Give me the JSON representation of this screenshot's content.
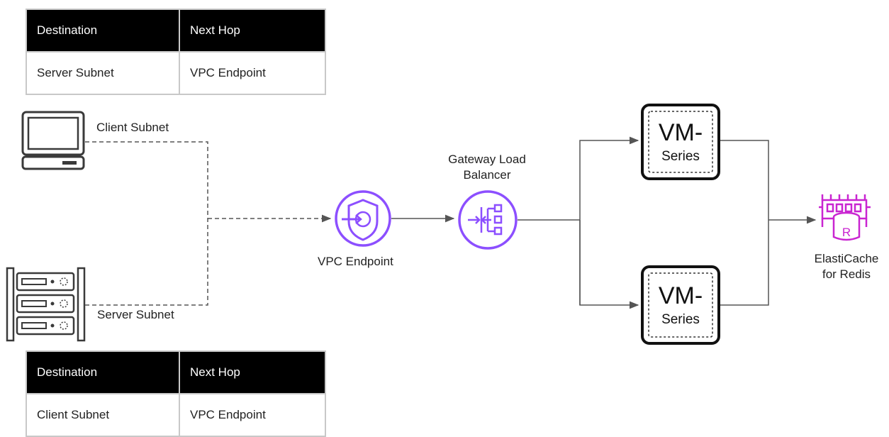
{
  "colors": {
    "accent_purple": "#8c4fff",
    "elasticache_magenta": "#c925d1",
    "line": "#555555"
  },
  "route_table_top": {
    "headers": [
      "Destination",
      "Next Hop"
    ],
    "row": [
      "Server Subnet",
      "VPC Endpoint"
    ]
  },
  "route_table_bottom": {
    "headers": [
      "Destination",
      "Next Hop"
    ],
    "row": [
      "Client Subnet",
      "VPC Endpoint"
    ]
  },
  "nodes": {
    "client_subnet": {
      "label": "Client Subnet",
      "icon": "desktop-computer-icon"
    },
    "server_subnet": {
      "label": "Server Subnet",
      "icon": "server-rack-icon"
    },
    "vpc_endpoint": {
      "label": "VPC Endpoint",
      "icon": "vpc-endpoint-icon"
    },
    "gateway_lb": {
      "label_line1": "Gateway Load",
      "label_line2": "Balancer",
      "icon": "gateway-load-balancer-icon"
    },
    "vm_series_top": {
      "line1": "VM-",
      "line2": "Series",
      "icon": "vm-series-firewall-icon"
    },
    "vm_series_bottom": {
      "line1": "VM-",
      "line2": "Series",
      "icon": "vm-series-firewall-icon"
    },
    "elasticache": {
      "label_line1": "ElastiCache",
      "label_line2": "for Redis",
      "icon": "elasticache-redis-icon"
    }
  }
}
